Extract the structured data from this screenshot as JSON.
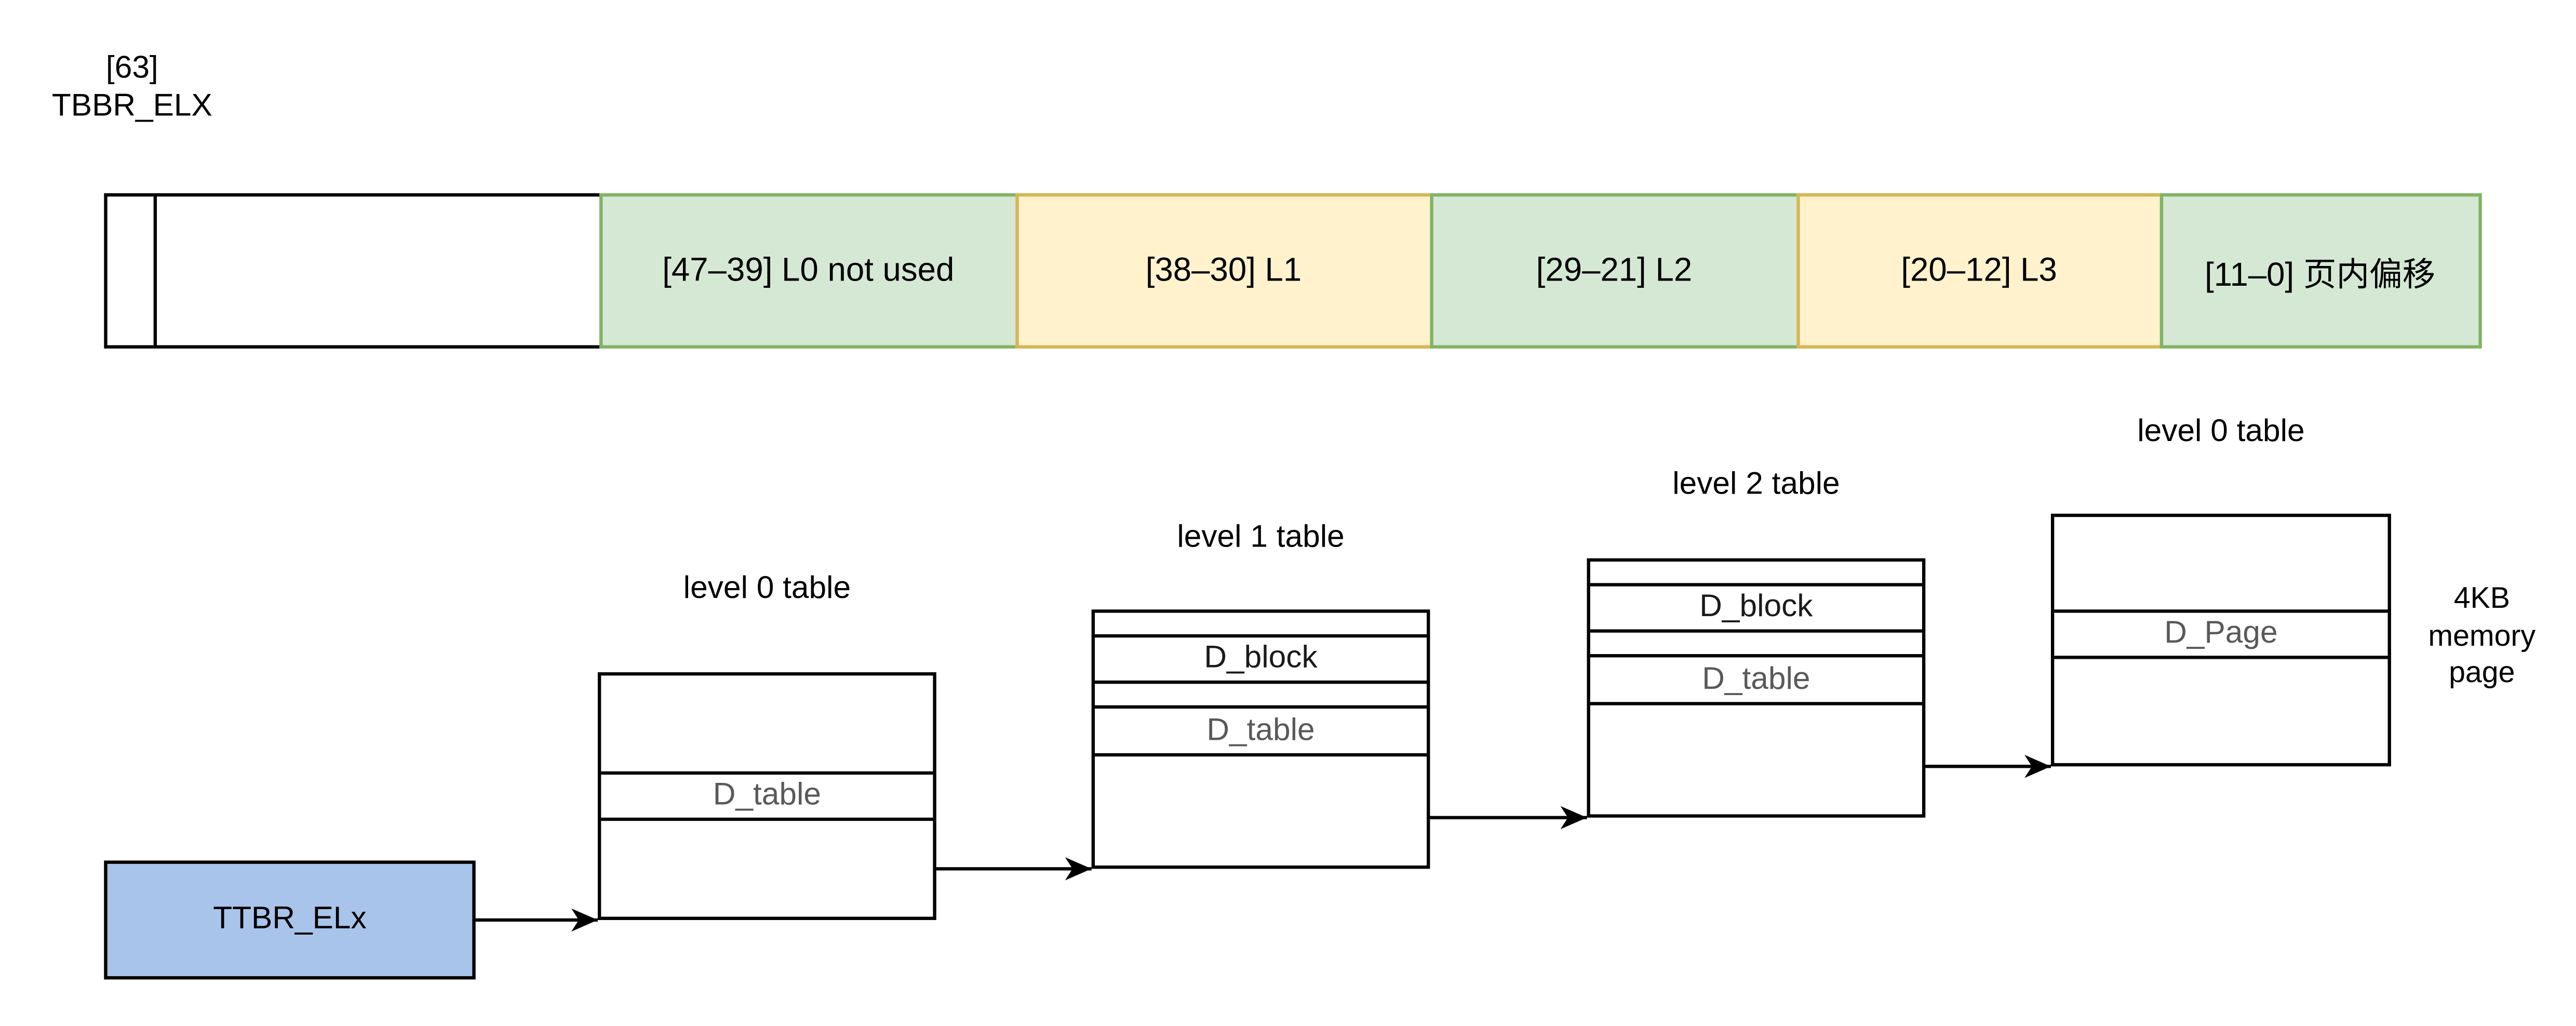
{
  "register_label": {
    "line1": "[63]",
    "line2": "TBBR_ELX"
  },
  "address_bar": {
    "segments": [
      {
        "label": "",
        "type": "white-narrow"
      },
      {
        "label": "",
        "type": "white-wide"
      },
      {
        "label": "[47–39] L0 not used",
        "type": "green"
      },
      {
        "label": "[38–30] L1",
        "type": "yellow"
      },
      {
        "label": "[29–21] L2",
        "type": "green"
      },
      {
        "label": "[20–12] L3",
        "type": "yellow"
      },
      {
        "label": "[11–0] 页内偏移",
        "type": "green"
      }
    ]
  },
  "tables": [
    {
      "title": "level 0 table",
      "rows": [
        "",
        "D_table",
        ""
      ]
    },
    {
      "title": "level 1 table",
      "rows": [
        "",
        "D_block",
        "",
        "D_table",
        ""
      ]
    },
    {
      "title": "level 2 table",
      "rows": [
        "",
        "D_block",
        "",
        "D_table",
        ""
      ]
    },
    {
      "title": "level 0 table",
      "rows": [
        "",
        "D_Page",
        ""
      ]
    }
  ],
  "ttbr": {
    "label": "TTBR_ELx"
  },
  "memory_page": {
    "line1": "4KB",
    "line2": "memory",
    "line3": "page"
  },
  "colors": {
    "green_fill": "#d5e8d4",
    "green_stroke": "#82b366",
    "yellow_fill": "#fff2cc",
    "yellow_stroke": "#d6b656",
    "blue_fill": "#a9c4eb",
    "gray_text": "#595959",
    "line_black": "#000000"
  }
}
